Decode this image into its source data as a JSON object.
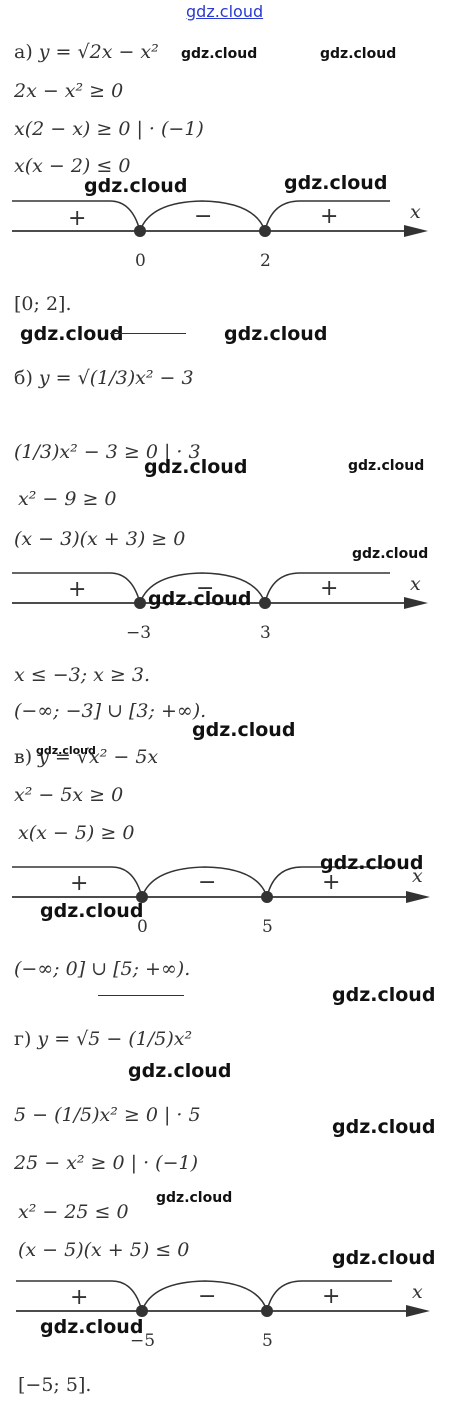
{
  "watermark": {
    "top": "gdz.cloud",
    "text": "gdz.cloud"
  },
  "part_a": {
    "func_prefix": "а) ",
    "func_expr": "y = √2x − x²",
    "lines": [
      "2x − x² ≥ 0",
      "x(2 − x) ≥ 0       | · (−1)",
      "x(x − 2) ≤ 0"
    ],
    "signs": [
      "+",
      "−",
      "+"
    ],
    "ticks": [
      "0",
      "2"
    ],
    "axis_label": "x",
    "answer": "[0; 2]."
  },
  "part_b": {
    "func_prefix": "б) ",
    "func_expr": "y = √(1/3)x² − 3",
    "lines": [
      "(1/3)x² − 3 ≥ 0    | · 3",
      "x² − 9 ≥ 0",
      "(x − 3)(x + 3) ≥ 0"
    ],
    "signs": [
      "+",
      "−",
      "+"
    ],
    "ticks": [
      "−3",
      "3"
    ],
    "axis_label": "x",
    "answer_1": "x ≤ −3;   x ≥ 3.",
    "answer_2": "(−∞; −3] ∪ [3; +∞)."
  },
  "part_c": {
    "func_prefix": "в) ",
    "func_expr": "y = √x² − 5x",
    "lines": [
      "x² − 5x ≥ 0",
      "x(x − 5) ≥ 0"
    ],
    "signs": [
      "+",
      "−",
      "+"
    ],
    "ticks": [
      "0",
      "5"
    ],
    "axis_label": "x",
    "answer": "(−∞; 0] ∪ [5; +∞)."
  },
  "part_d": {
    "func_prefix": "г) ",
    "func_expr": "y = √5 − (1/5)x²",
    "lines": [
      "5 − (1/5)x² ≥ 0    | · 5",
      "25 − x² ≥ 0     | · (−1)",
      "x² − 25 ≤ 0",
      "(x − 5)(x + 5) ≤ 0"
    ],
    "signs": [
      "+",
      "−",
      "+"
    ],
    "ticks": [
      "−5",
      "5"
    ],
    "axis_label": "x",
    "answer": "[−5; 5]."
  }
}
